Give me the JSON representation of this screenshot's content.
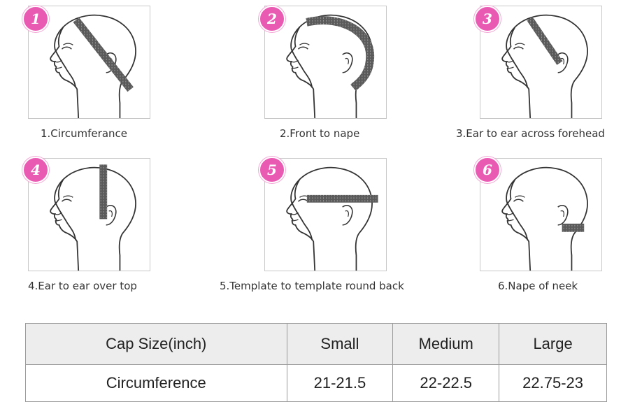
{
  "badge_color": "#e95bb3",
  "tape_color": "#555555",
  "steps": [
    {
      "number": "1",
      "caption": "1.Circumferance"
    },
    {
      "number": "2",
      "caption": "2.Front to nape"
    },
    {
      "number": "3",
      "caption": "3.Ear to ear across forehead"
    },
    {
      "number": "4",
      "caption": "4.Ear to ear over top"
    },
    {
      "number": "5",
      "caption": "5.Template to template round back"
    },
    {
      "number": "6",
      "caption": "6.Nape of neek"
    }
  ],
  "table": {
    "header": [
      "Cap Size(inch)",
      "Small",
      "Medium",
      "Large"
    ],
    "rows": [
      [
        "Circumference",
        "21-21.5",
        "22-22.5",
        "22.75-23"
      ]
    ]
  }
}
